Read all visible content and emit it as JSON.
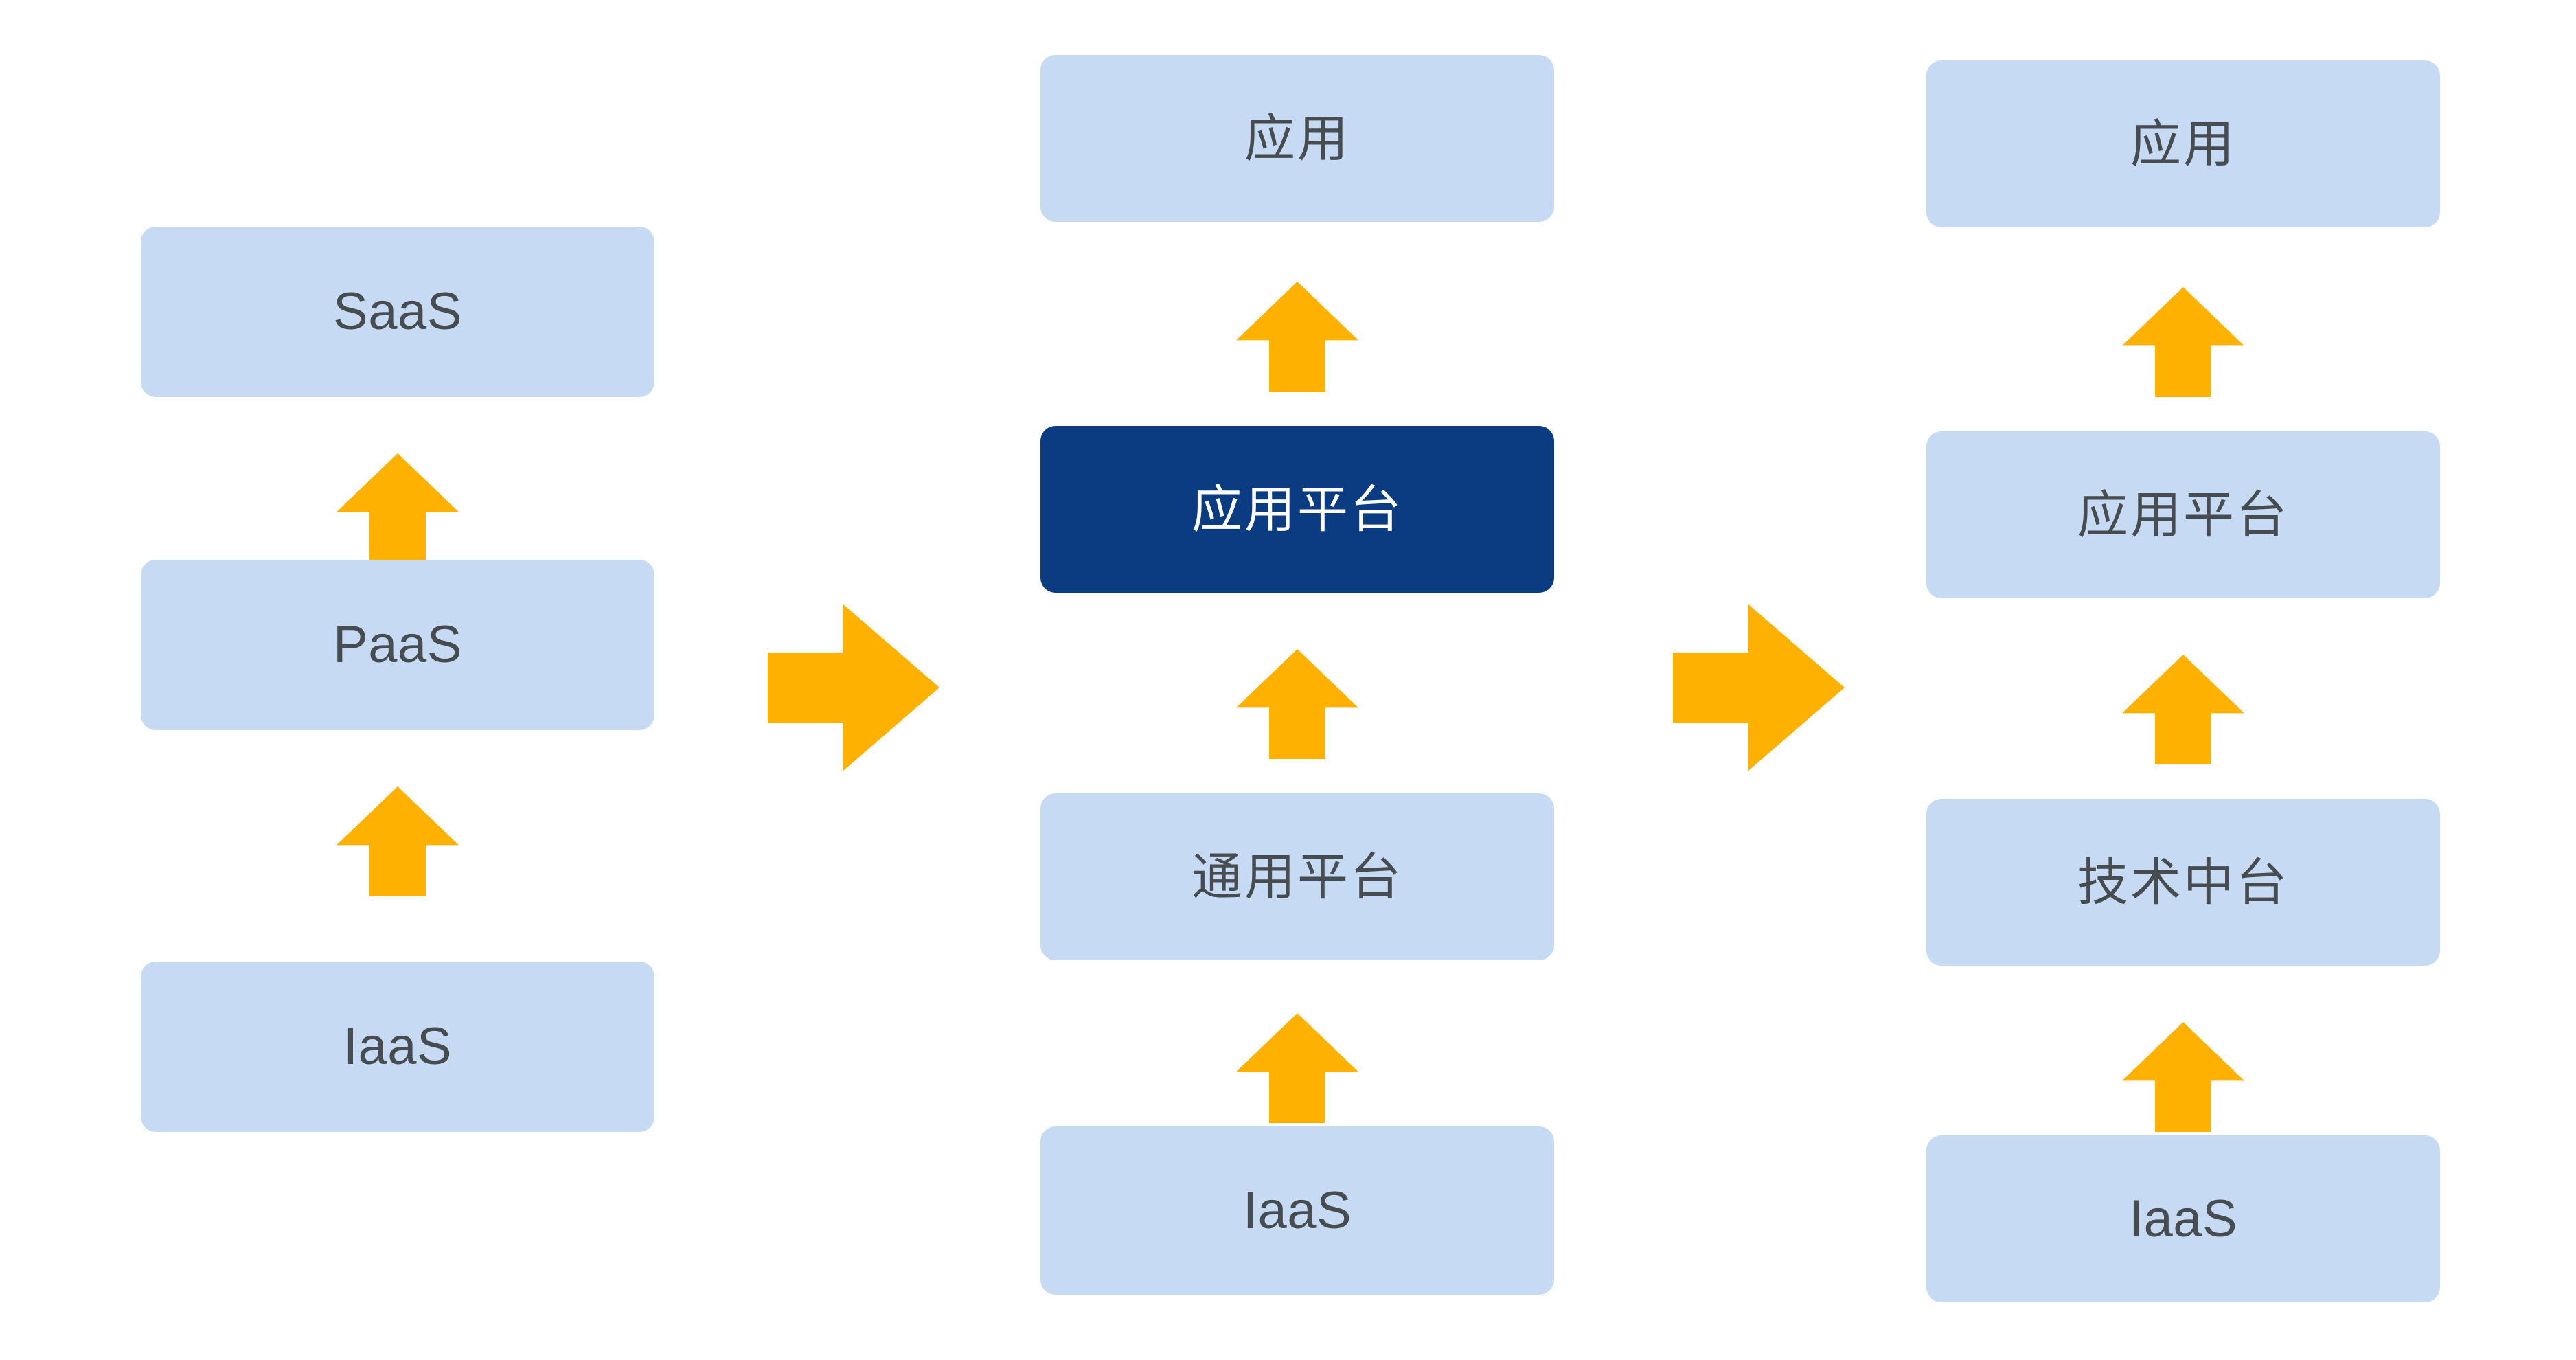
{
  "diagram": {
    "title": "Cloud layering evolution to application platform and technology middle platform",
    "background_color": "#ffffff",
    "box_fill_light": "#c6dbf3",
    "box_fill_dark": "#0b3b81",
    "box_text_color": "#474c51",
    "box_text_color_inverse": "#ffffff",
    "arrow_color": "#ffb100"
  },
  "columns": [
    {
      "id": "column-cloud-stack",
      "boxes": [
        {
          "id": "saas",
          "label": "SaaS",
          "style": "light",
          "script": "latin"
        },
        {
          "id": "paas",
          "label": "PaaS",
          "style": "light",
          "script": "latin"
        },
        {
          "id": "iaas",
          "label": "IaaS",
          "style": "light",
          "script": "latin"
        }
      ],
      "up_arrows": 2
    },
    {
      "id": "column-general-platform",
      "boxes": [
        {
          "id": "application",
          "label": "应用",
          "style": "light",
          "script": "cjk"
        },
        {
          "id": "application-platform",
          "label": "应用平台",
          "style": "dark",
          "script": "cjk"
        },
        {
          "id": "general-platform",
          "label": "通用平台",
          "style": "light",
          "script": "cjk"
        },
        {
          "id": "iaas",
          "label": "IaaS",
          "style": "light",
          "script": "latin"
        }
      ],
      "up_arrows": 3
    },
    {
      "id": "column-technology-middle-platform",
      "boxes": [
        {
          "id": "application",
          "label": "应用",
          "style": "light",
          "script": "cjk"
        },
        {
          "id": "application-platform",
          "label": "应用平台",
          "style": "light",
          "script": "cjk"
        },
        {
          "id": "technology-middle-platform",
          "label": "技术中台",
          "style": "light",
          "script": "cjk"
        },
        {
          "id": "iaas",
          "label": "IaaS",
          "style": "light",
          "script": "latin"
        }
      ],
      "up_arrows": 3
    }
  ],
  "transition_arrows": [
    {
      "id": "transition-1",
      "direction": "right"
    },
    {
      "id": "transition-2",
      "direction": "right"
    }
  ],
  "boxes": {
    "c1_saas": "SaaS",
    "c1_paas": "PaaS",
    "c1_iaas": "IaaS",
    "c2_app": "应用",
    "c2_app_platform": "应用平台",
    "c2_general_platform": "通用平台",
    "c2_iaas": "IaaS",
    "c3_app": "应用",
    "c3_app_platform": "应用平台",
    "c3_tech_middle": "技术中台",
    "c3_iaas": "IaaS"
  }
}
